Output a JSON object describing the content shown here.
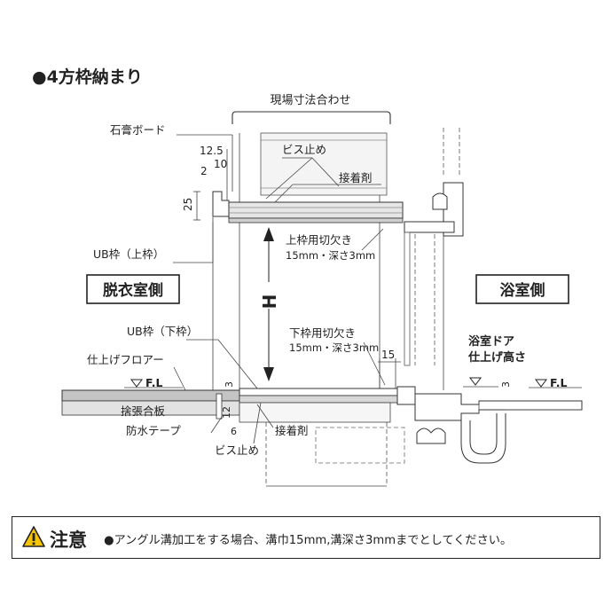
{
  "title": "●4方枠納まり",
  "labels": {
    "site_dimension": "現場寸法合わせ",
    "gypsum_board": "石膏ボード",
    "screw_top": "ビス止め",
    "adhesive_top": "接着剤",
    "ub_frame_top": "UB枠（上枠）",
    "top_notch_line1": "上枠用切欠き",
    "top_notch_line2": "15mm・深さ3mm",
    "dressing_room": "脱衣室側",
    "bathroom": "浴室側",
    "height_symbol": "H",
    "ub_frame_bottom": "UB枠（下枠）",
    "bottom_notch_line1": "下枠用切欠き",
    "bottom_notch_line2": "15mm・深さ3mm",
    "finish_floor": "仕上げフロアー",
    "bath_door_line1": "浴室ドア",
    "bath_door_line2": "仕上げ高さ",
    "fl_left": "F.L",
    "fl_right": "F.L",
    "subfloor_board": "捨張合板",
    "waterproof_tape": "防水テープ",
    "adhesive_bottom": "接着剤",
    "screw_bottom": "ビス止め"
  },
  "dimensions": {
    "d12_5": "12.5",
    "d10": "10",
    "d2": "2",
    "d25": "25",
    "d15": "15",
    "d3_left": "3",
    "d3_right": "3",
    "d12": "12",
    "d6": "6"
  },
  "notice": {
    "title": "注意",
    "text": "●アングル溝加工をする場合、溝巾15mm,溝深さ3mmまでとしてください。"
  }
}
